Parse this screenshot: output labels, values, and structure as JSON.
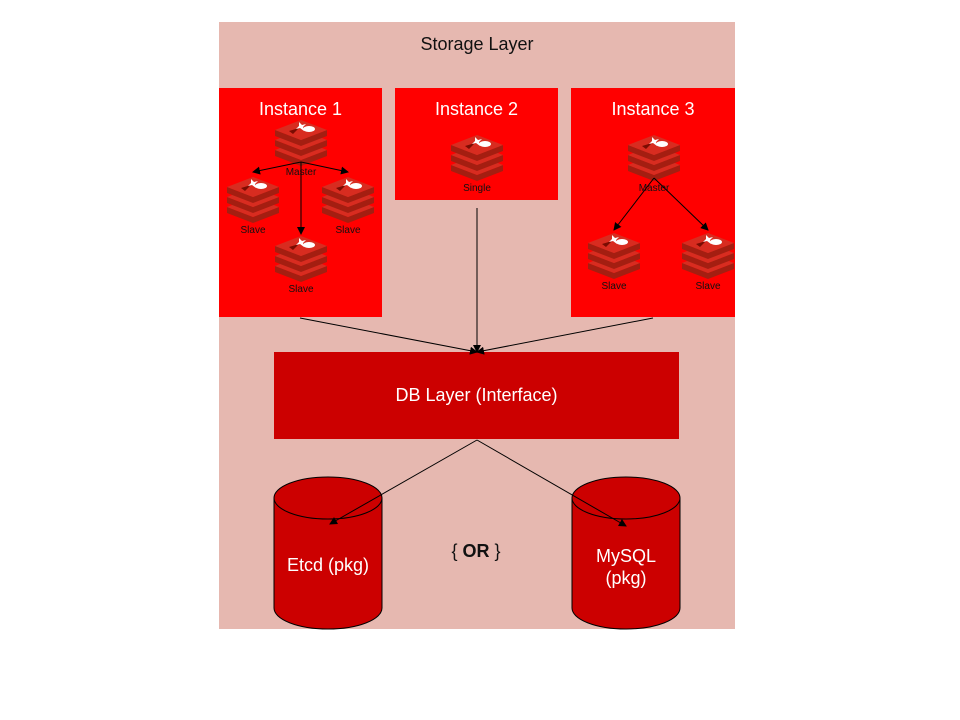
{
  "storage_layer": {
    "title": "Storage Layer"
  },
  "instances": [
    {
      "title": "Instance 1",
      "nodes": {
        "master": "Master",
        "slave_left": "Slave",
        "slave_right": "Slave",
        "slave_bottom": "Slave"
      }
    },
    {
      "title": "Instance 2",
      "nodes": {
        "single": "Single"
      }
    },
    {
      "title": "Instance 3",
      "nodes": {
        "master": "Master",
        "slave_left": "Slave",
        "slave_right": "Slave"
      }
    }
  ],
  "db_layer": {
    "label": "DB Layer (Interface)"
  },
  "backends": [
    {
      "label": "Etcd (pkg)"
    },
    {
      "label_line1": "MySQL",
      "label_line2": "(pkg)"
    }
  ],
  "or_separator": {
    "open": "{",
    "word": "OR",
    "close": "}"
  },
  "icons": {
    "node": "redis-icon",
    "backend": "database-cylinder"
  },
  "colors": {
    "storage_bg": "#e6b8b0",
    "instance_bg": "#ff0000",
    "db_layer_bg": "#cc0000",
    "icon_red": "#c9302c"
  }
}
